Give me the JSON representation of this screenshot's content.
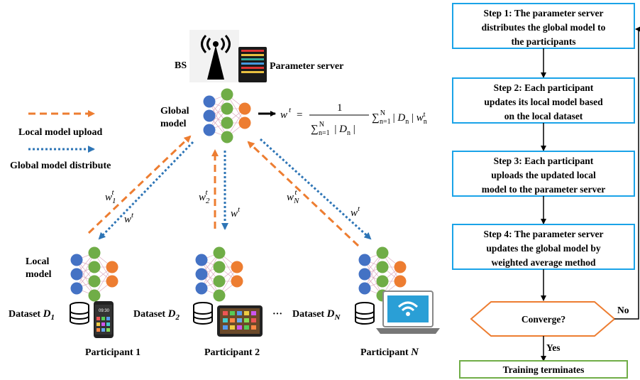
{
  "server": {
    "bs_label": "BS",
    "server_label": "Parameter server",
    "global_model_line1": "Global",
    "global_model_line2": "model"
  },
  "legend": {
    "upload_label": "Local model upload",
    "distribute_label": "Global model distribute",
    "upload_color": "#ed7d31",
    "distribute_color": "#2e75b6"
  },
  "formula": {
    "lhs": "w",
    "lhs_sup": "t",
    "equals": "=",
    "numerator": "1",
    "denominator": "∑ | D | ",
    "sum_term": "∑ | D | w"
  },
  "participants": [
    {
      "label": "Participant 1",
      "dataset": "Dataset D",
      "sub": "1",
      "upload": "w",
      "upload_sub": "1",
      "upload_sup": "t",
      "distribute": "w",
      "distribute_sup": "t",
      "device": "phone-icon"
    },
    {
      "label": "Participant 2",
      "dataset": "Dataset D",
      "sub": "2",
      "upload": "w",
      "upload_sub": "2",
      "upload_sup": "t",
      "distribute": "w",
      "distribute_sup": "t",
      "device": "tablet-icon"
    },
    {
      "label": "Participant N",
      "dataset": "Dataset D",
      "sub": "N",
      "upload": "w",
      "upload_sub": "N",
      "upload_sup": "t",
      "distribute": "w",
      "distribute_sup": "t",
      "device": "laptop-icon"
    }
  ],
  "ellipsis": "···",
  "local_model_line1": "Local",
  "local_model_line2": "model",
  "flow": {
    "steps": [
      [
        "Step 1: The parameter server",
        "distributes the global model to",
        "the participants"
      ],
      [
        "Step 2: Each participant",
        "updates its local model based",
        "on the local dataset"
      ],
      [
        "Step 3: Each participant",
        "uploads the updated local",
        "model to the parameter server"
      ],
      [
        "Step 4: The parameter server",
        "updates the global model by",
        "weighted average method"
      ]
    ],
    "decision": "Converge?",
    "no_label": "No",
    "yes_label": "Yes",
    "terminal": "Training terminates",
    "step_border_color": "#1aa3e8",
    "decision_border_color": "#ed7d31",
    "terminal_border_color": "#70ad47"
  },
  "colors": {
    "input_node": "#4472c4",
    "hidden_node": "#70ad47",
    "output_node": "#ed7d31"
  }
}
